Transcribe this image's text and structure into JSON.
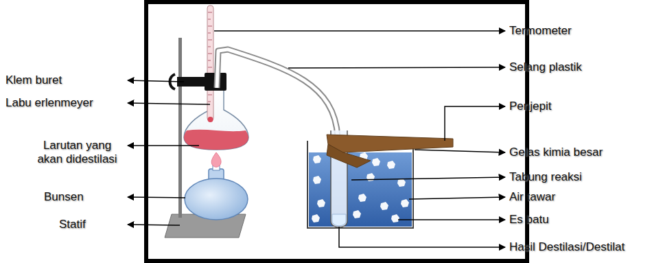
{
  "diagram": {
    "labels": [
      "Termometer",
      "Selang plastik",
      "Penjepit",
      "Gelas kimia besar",
      "Tabung reaksi",
      "Air tawar",
      "Es batu",
      "Hasil Destilasi/Destilat",
      "Klem buret",
      "Labu erlenmeyer",
      "Larutan yang akan didestilasi",
      "Bunsen",
      "Statif"
    ]
  }
}
